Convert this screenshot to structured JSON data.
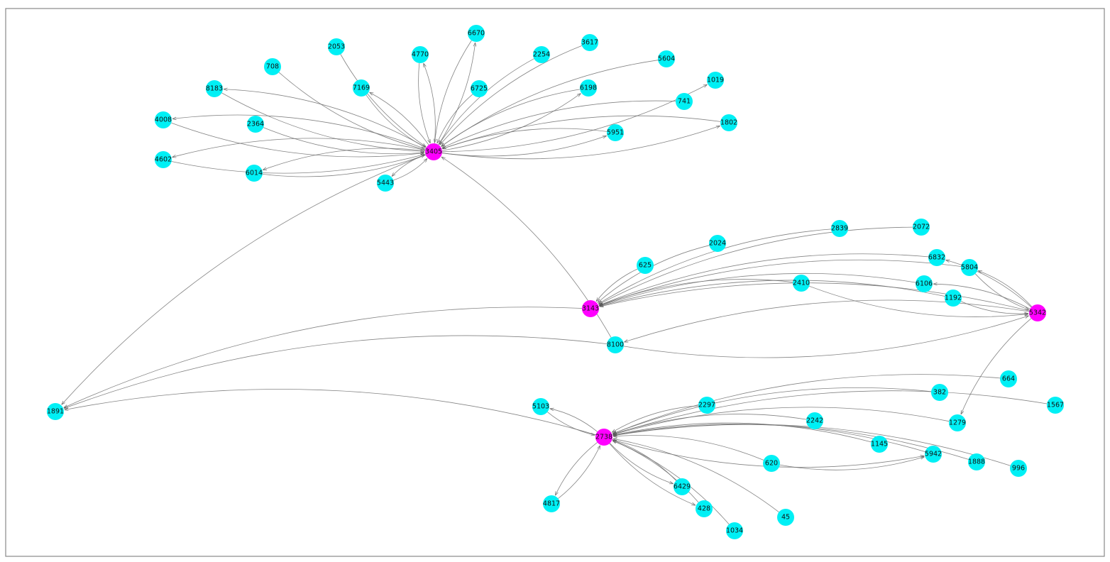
{
  "colors": {
    "hub": "#ff00ff",
    "leaf": "#00f0f5",
    "edge": "#6e6e6e",
    "frame": "#888888"
  },
  "nodes": [
    {
      "id": "3405",
      "role": "hub"
    },
    {
      "id": "3143",
      "role": "hub"
    },
    {
      "id": "5342",
      "role": "hub"
    },
    {
      "id": "2738",
      "role": "hub"
    },
    {
      "id": "6670"
    },
    {
      "id": "2053"
    },
    {
      "id": "4770"
    },
    {
      "id": "2254"
    },
    {
      "id": "3617"
    },
    {
      "id": "708"
    },
    {
      "id": "5604"
    },
    {
      "id": "7169"
    },
    {
      "id": "6725"
    },
    {
      "id": "6198"
    },
    {
      "id": "1019"
    },
    {
      "id": "8183"
    },
    {
      "id": "741"
    },
    {
      "id": "4008"
    },
    {
      "id": "2364"
    },
    {
      "id": "1802"
    },
    {
      "id": "5951"
    },
    {
      "id": "4602"
    },
    {
      "id": "6014"
    },
    {
      "id": "5443"
    },
    {
      "id": "2839"
    },
    {
      "id": "2072"
    },
    {
      "id": "2024"
    },
    {
      "id": "625"
    },
    {
      "id": "6832"
    },
    {
      "id": "5804"
    },
    {
      "id": "2410"
    },
    {
      "id": "6106"
    },
    {
      "id": "1192"
    },
    {
      "id": "8100"
    },
    {
      "id": "1891"
    },
    {
      "id": "664"
    },
    {
      "id": "382"
    },
    {
      "id": "2297"
    },
    {
      "id": "1567"
    },
    {
      "id": "5103"
    },
    {
      "id": "1279"
    },
    {
      "id": "2242"
    },
    {
      "id": "1145"
    },
    {
      "id": "5942"
    },
    {
      "id": "1888"
    },
    {
      "id": "996"
    },
    {
      "id": "620"
    },
    {
      "id": "6429"
    },
    {
      "id": "4817"
    },
    {
      "id": "428"
    },
    {
      "id": "45"
    },
    {
      "id": "1034"
    }
  ],
  "edges": [
    [
      "3405",
      "6670"
    ],
    [
      "6670",
      "3405"
    ],
    [
      "2053",
      "3405"
    ],
    [
      "3405",
      "4770"
    ],
    [
      "4770",
      "3405"
    ],
    [
      "2254",
      "3405"
    ],
    [
      "3617",
      "3405"
    ],
    [
      "708",
      "3405"
    ],
    [
      "5604",
      "3405"
    ],
    [
      "3405",
      "7169"
    ],
    [
      "7169",
      "3405"
    ],
    [
      "6725",
      "3405"
    ],
    [
      "3405",
      "6198"
    ],
    [
      "6198",
      "3405"
    ],
    [
      "3405",
      "1019"
    ],
    [
      "3405",
      "8183"
    ],
    [
      "8183",
      "3405"
    ],
    [
      "741",
      "3405"
    ],
    [
      "3405",
      "4008"
    ],
    [
      "4008",
      "3405"
    ],
    [
      "2364",
      "3405"
    ],
    [
      "3405",
      "1802"
    ],
    [
      "1802",
      "3405"
    ],
    [
      "3405",
      "5951"
    ],
    [
      "5951",
      "3405"
    ],
    [
      "3405",
      "4602"
    ],
    [
      "4602",
      "3405"
    ],
    [
      "3405",
      "6014"
    ],
    [
      "6014",
      "3405"
    ],
    [
      "3405",
      "5443"
    ],
    [
      "5443",
      "3405"
    ],
    [
      "8100",
      "3405"
    ],
    [
      "3405",
      "1891"
    ],
    [
      "2839",
      "3143"
    ],
    [
      "2072",
      "3143"
    ],
    [
      "2024",
      "3143"
    ],
    [
      "625",
      "3143"
    ],
    [
      "6832",
      "3143"
    ],
    [
      "5804",
      "3143"
    ],
    [
      "2410",
      "3143"
    ],
    [
      "6106",
      "3143"
    ],
    [
      "1192",
      "3143"
    ],
    [
      "5342",
      "3143"
    ],
    [
      "3143",
      "1891"
    ],
    [
      "5342",
      "6832"
    ],
    [
      "5342",
      "5804"
    ],
    [
      "5804",
      "5342"
    ],
    [
      "5342",
      "6106"
    ],
    [
      "1192",
      "5342"
    ],
    [
      "5342",
      "8100"
    ],
    [
      "8100",
      "5342"
    ],
    [
      "5342",
      "1279"
    ],
    [
      "2410",
      "5342"
    ],
    [
      "8100",
      "1891"
    ],
    [
      "664",
      "2738"
    ],
    [
      "382",
      "2738"
    ],
    [
      "2297",
      "2738"
    ],
    [
      "1567",
      "2738"
    ],
    [
      "2738",
      "5103"
    ],
    [
      "5103",
      "2738"
    ],
    [
      "1279",
      "2738"
    ],
    [
      "2242",
      "2738"
    ],
    [
      "1145",
      "2738"
    ],
    [
      "2738",
      "5942"
    ],
    [
      "5942",
      "2738"
    ],
    [
      "1888",
      "2738"
    ],
    [
      "996",
      "2738"
    ],
    [
      "620",
      "2738"
    ],
    [
      "620",
      "5942"
    ],
    [
      "2738",
      "6429"
    ],
    [
      "6429",
      "2738"
    ],
    [
      "2738",
      "4817"
    ],
    [
      "4817",
      "2738"
    ],
    [
      "2738",
      "428"
    ],
    [
      "428",
      "2738"
    ],
    [
      "45",
      "2738"
    ],
    [
      "1034",
      "2738"
    ],
    [
      "2738",
      "1891"
    ]
  ]
}
